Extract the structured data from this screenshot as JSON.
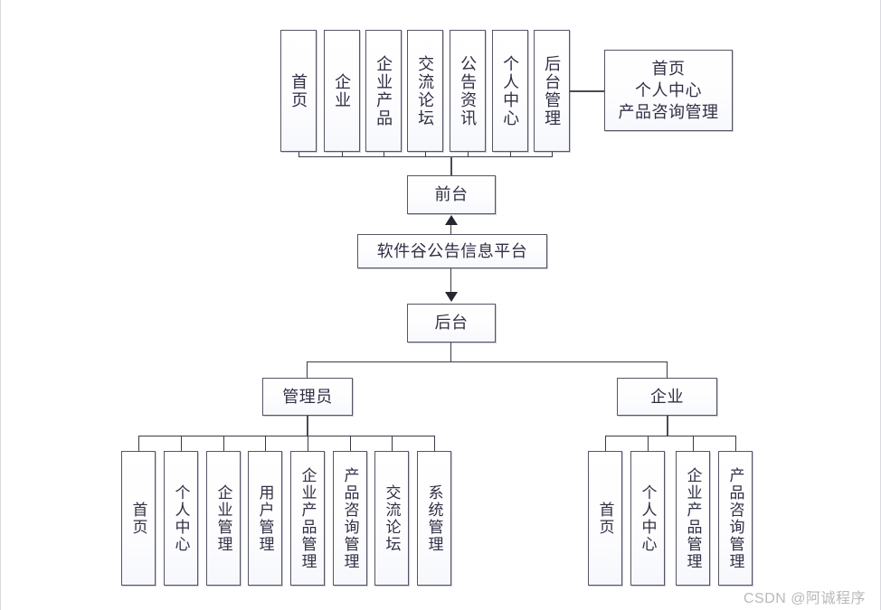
{
  "diagram": {
    "title_node": "软件谷公告信息平台",
    "frontend_node": "前台",
    "backend_node": "后台",
    "frontend_menu": [
      "首页",
      "企业",
      "企业产品",
      "交流论坛",
      "公告资讯",
      "个人中心",
      "后台管理"
    ],
    "backstage_note": "首页\n个人中心\n产品咨询管理",
    "backstage_note_lines": [
      "首页",
      "个人中心",
      "产品咨询管理"
    ],
    "roles": [
      {
        "name": "管理员",
        "items": [
          "首页",
          "个人中心",
          "企业管理",
          "用户管理",
          "企业产品管理",
          "产品咨询管理",
          "交流论坛",
          "系统管理"
        ]
      },
      {
        "name": "企业",
        "items": [
          "首页",
          "个人中心",
          "企业产品管理",
          "产品咨询管理"
        ]
      }
    ],
    "colors": {
      "line": "#3a3a46",
      "box_border": "#555566",
      "box_fill": "#fdfdff",
      "text": "#2f2f45",
      "watermark": "#b9b9bd"
    }
  },
  "watermark": {
    "text": "CSDN @阿诚程序"
  }
}
